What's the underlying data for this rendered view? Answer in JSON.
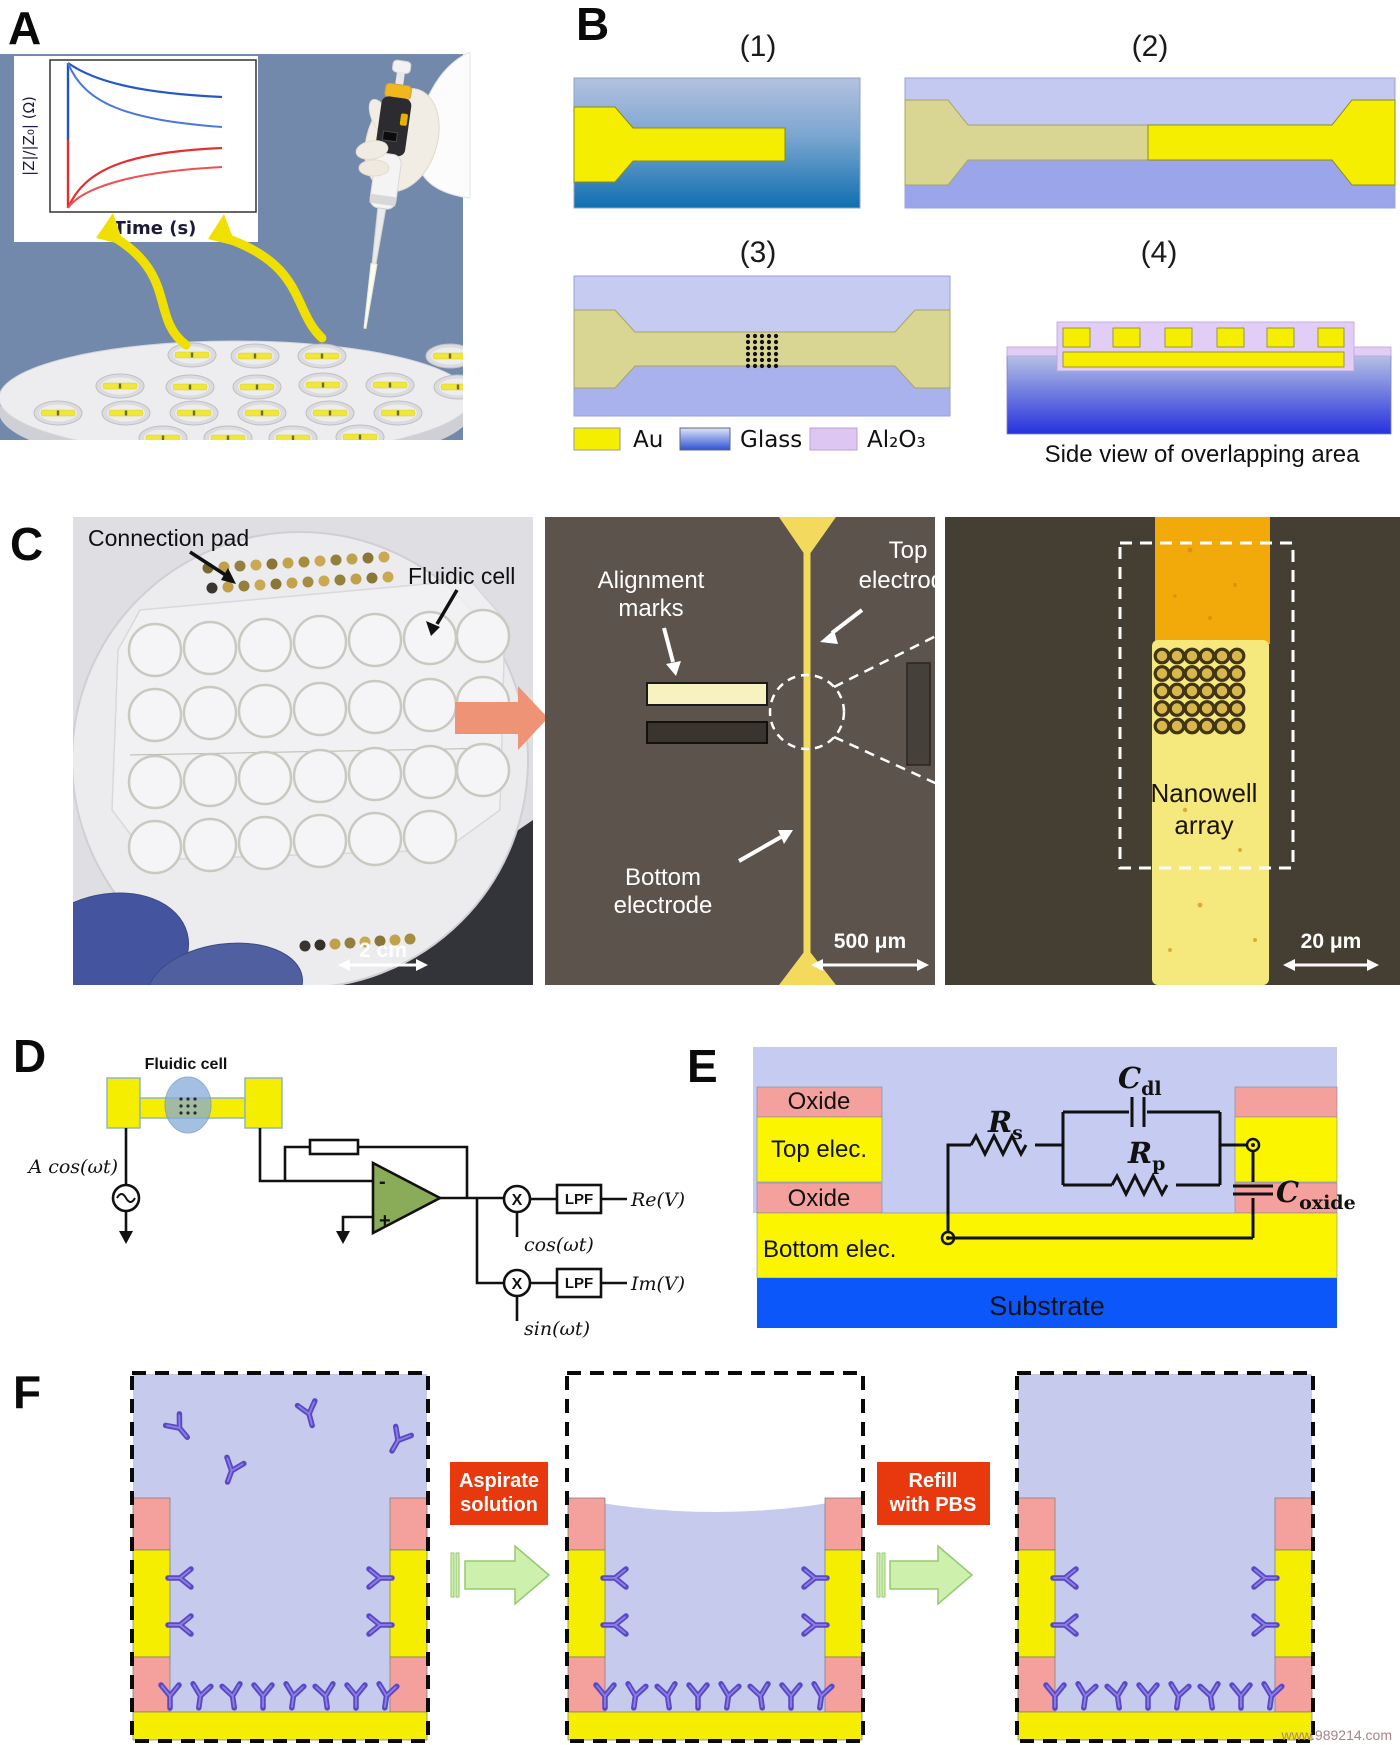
{
  "panels": {
    "a": {
      "label": "A",
      "ylabel": "|Z|/|Z₀| (Ω)",
      "xlabel": "Time (s)",
      "inset_plot": {
        "type": "line",
        "series": [
          {
            "name": "increasing-impedance-pair",
            "color": "#2458c8",
            "shape": "starts high, decays to plateau"
          },
          {
            "name": "decreasing-impedance-pair",
            "color": "#e03030",
            "shape": "starts low, rises to plateau"
          }
        ]
      }
    },
    "b": {
      "label": "B",
      "s1": "(1)",
      "s2": "(2)",
      "s3": "(3)",
      "s4": "(4)",
      "caption": "Side view of overlapping area",
      "legend_au": "Au",
      "legend_glass": "Glass",
      "legend_al2o3": "Al₂O₃"
    },
    "c": {
      "label": "C",
      "connection_pad": "Connection pad",
      "fluidic_cell": "Fluidic cell",
      "scale1": "2 cm",
      "alignment1": "Alignment",
      "alignment2": "marks",
      "top1": "Top",
      "top2": "electrode",
      "bottom1": "Bottom",
      "bottom2": "electrode",
      "scale2": "500 μm",
      "nanowell1": "Nanowell",
      "nanowell2": "array",
      "scale3": "20 μm"
    },
    "d": {
      "label": "D",
      "fluidic_cell": "Fluidic cell",
      "source": "A cos(ωt)",
      "minus": "-",
      "plus": "+",
      "mult": "X",
      "lpf": "LPF",
      "re": "Re(V)",
      "cos": "cos(ωt)",
      "im": "Im(V)",
      "sin": "sin(ωt)"
    },
    "e": {
      "label": "E",
      "oxide": "Oxide",
      "top_elec": "Top elec.",
      "oxide2": "Oxide",
      "bottom_elec": "Bottom elec.",
      "substrate": "Substrate",
      "rs_m": "R",
      "rs_s": "s",
      "cdl_m": "C",
      "cdl_s": "dl",
      "rp_m": "R",
      "rp_s": "p",
      "cox_m": "C",
      "cox_s": "oxide"
    },
    "f": {
      "label": "F",
      "aspirate1": "Aspirate",
      "aspirate2": "solution",
      "refill1": "Refill",
      "refill2": "with PBS"
    }
  },
  "watermark": "www.989214.com",
  "colors": {
    "panel_a_bg": "#7289ac",
    "au": "#f6ee00",
    "au_muted": "#d9d593",
    "glass_top": "#b4c1e0",
    "glass_bottom": "#0f6fb0",
    "periwinkle": "#c5cbf1",
    "periwinkle_dark": "#9ba5ea",
    "al2o3": "#e2cdf6",
    "oxide_pink": "#f4a09c",
    "substrate_blue": "#0b57fa",
    "liquid": "#c6cbee",
    "antibody": "#5a48c8",
    "arrow_green": "#cdf0ad",
    "label_red": "#e8380d",
    "gold_stripe": "#f2a90a",
    "pale_gold": "#f5e87c",
    "electrode_yellow": "#f3d95c"
  }
}
